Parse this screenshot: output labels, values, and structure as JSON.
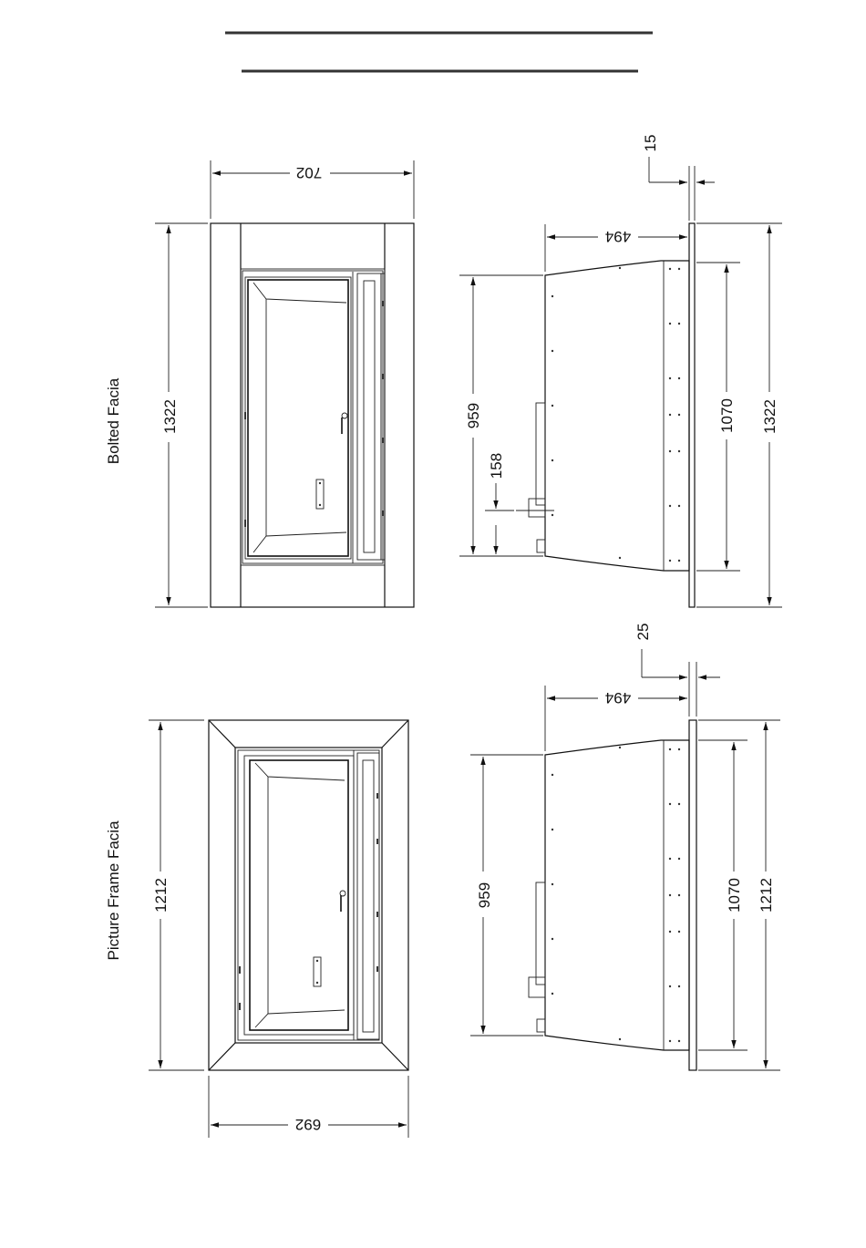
{
  "captions": {
    "bolted": "Bolted Facia",
    "picture_frame": "Picture Frame Facia"
  },
  "dimensions": {
    "bolted_front_width": "702",
    "bolted_front_height": "1322",
    "bolted_side_depth": "494",
    "bolted_side_flange": "15",
    "bolted_side_body_height": "959",
    "bolted_side_offset": "158",
    "bolted_side_facia_inner": "1070",
    "bolted_side_facia_height": "1322",
    "frame_front_width": "692",
    "frame_front_height": "1212",
    "frame_side_depth": "494",
    "frame_side_flange": "25",
    "frame_side_body_height": "959",
    "frame_side_facia_inner": "1070",
    "frame_side_facia_height": "1212"
  }
}
